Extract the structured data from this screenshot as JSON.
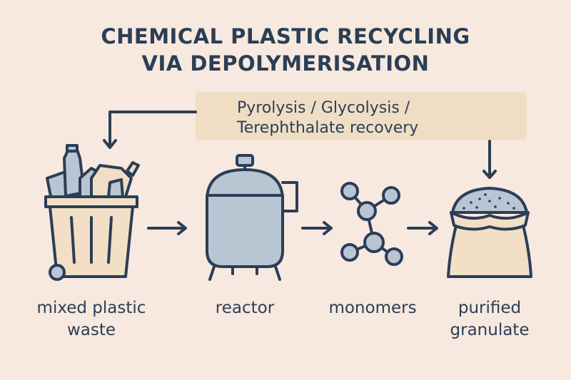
{
  "title": {
    "line1": "CHEMICAL PLASTIC RECYCLING",
    "line2": "VIA DEPOLYMERISATION"
  },
  "process": {
    "line1": "Pyrolysis / Glycolysis /",
    "line2": "Terephthalate recovery"
  },
  "stages": [
    {
      "label_line1": "mixed plastic",
      "label_line2": "waste",
      "icon": "trash-bin-with-bottles-icon"
    },
    {
      "label_line1": "reactor",
      "label_line2": "",
      "icon": "reactor-vessel-icon"
    },
    {
      "label_line1": "monomers",
      "label_line2": "",
      "icon": "molecule-icon"
    },
    {
      "label_line1": "purified",
      "label_line2": "granulate",
      "icon": "granulate-sack-icon"
    }
  ],
  "colors": {
    "background": "#f7e9df",
    "ink": "#2c3e56",
    "process_box": "#efdec4",
    "bin_fill": "#f2dfc6",
    "steel_blue": "#b8c6d4",
    "sack_fill": "#f1dfc6"
  }
}
